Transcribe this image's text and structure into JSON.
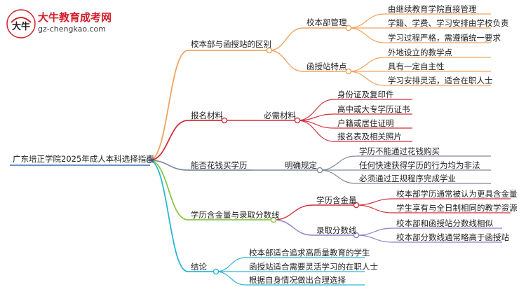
{
  "logo": {
    "mark_char": "大牛",
    "title": "大牛教育成考网",
    "url": "gz-chengkao.com"
  },
  "root": "广东培正学院2025年成人本科选择指南",
  "branches": [
    {
      "label": "校本部与函授站的区别",
      "color": "#f0a35e",
      "children": [
        {
          "label": "校本部管理",
          "leaves": [
            "由继续教育学院直接管理",
            "学籍、学费、学习安排由学校负责",
            "学习过程严格，需遵循统一要求"
          ]
        },
        {
          "label": "函授站特点",
          "leaves": [
            "外地设立的教学点",
            "具有一定自主性",
            "学习安排灵活，适合在职人士"
          ]
        }
      ]
    },
    {
      "label": "报名材料",
      "color": "#d32f3a",
      "children": [
        {
          "label": "必需材料",
          "leaves": [
            "身份证及复印件",
            "高中或大专学历证书",
            "户籍或居住证明",
            "报名表及相关照片"
          ]
        }
      ]
    },
    {
      "label": "能否花钱买学历",
      "color": "#7f8c9a",
      "children": [
        {
          "label": "明确规定",
          "leaves": [
            "学历不能通过花钱购买",
            "任何快速获得学历的行为均为非法",
            "必须通过正规程序完成学业"
          ]
        }
      ]
    },
    {
      "label": "学历含金量与录取分数线",
      "color": "#8cc63f",
      "children": [
        {
          "label": "学历含金量",
          "leaves": [
            "校本部学历通常被认为更具含金量",
            "学生享有与全日制相同的教学资源"
          ]
        },
        {
          "label": "录取分数线",
          "leaves": [
            "校本部和函授站分数线相似",
            "校本部分数线通常略高于函授站"
          ]
        }
      ]
    },
    {
      "label": "结论",
      "color": "#29b6d8",
      "children": [],
      "leaves": [
        "校本部适合追求高质量教育的学生",
        "函授站适合需要灵活学习的在职人士",
        "根据自身情况做出合理选择"
      ]
    }
  ]
}
